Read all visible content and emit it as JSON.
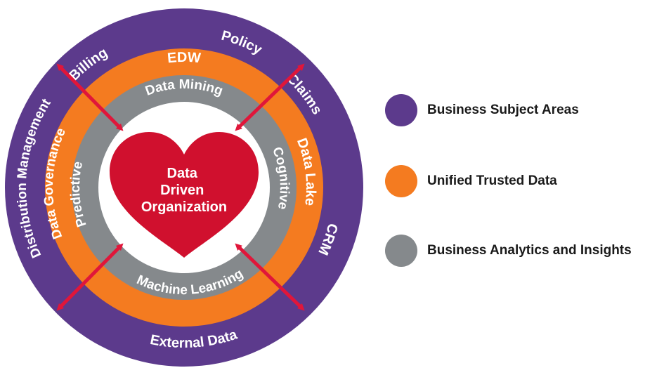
{
  "colors": {
    "outer_ring": "#5c3a8c",
    "middle_ring": "#f47b20",
    "inner_ring": "#85898c",
    "heart": "#d0102e",
    "arrows": "#e0163a",
    "ring_text": "#ffffff"
  },
  "diagram": {
    "center_label": [
      "Data",
      "Driven",
      "Organization"
    ],
    "outer_ring_labels": {
      "billing": "Billing",
      "policy": "Policy",
      "claims": "Claims",
      "crm": "CRM",
      "external_data": "External Data",
      "distribution_management": "Distribution Management"
    },
    "middle_ring_labels": {
      "edw": "EDW",
      "data_lake": "Data Lake",
      "data_governance": "Data Governance"
    },
    "inner_ring_labels": {
      "data_mining": "Data Mining",
      "cognitive": "Cognitive",
      "machine_learning": "Machine Learning",
      "predictive": "Predictive"
    }
  },
  "legend": [
    {
      "label": "Business Subject Areas",
      "color": "#5c3a8c"
    },
    {
      "label": "Unified Trusted Data",
      "color": "#f47b20"
    },
    {
      "label": "Business Analytics and Insights",
      "color": "#85898c"
    }
  ]
}
